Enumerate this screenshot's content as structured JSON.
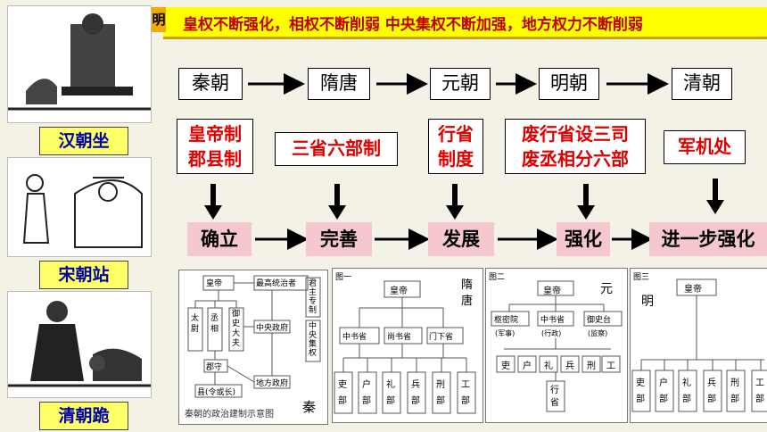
{
  "banner": {
    "tab_char": "明",
    "text": "皇权不断强化，相权不断削弱   中央集权不断加强，地方权力不断削弱"
  },
  "pictures": [
    {
      "caption": "汉朝坐"
    },
    {
      "caption": "宋朝站"
    },
    {
      "caption": "清朝跪"
    }
  ],
  "dynasties": [
    "秦朝",
    "隋唐",
    "元朝",
    "明朝",
    "清朝"
  ],
  "systems": [
    {
      "line1": "皇帝制",
      "line2": "郡县制"
    },
    {
      "line1": "三省六部制",
      "line2": ""
    },
    {
      "line1": "行省",
      "line2": "制度"
    },
    {
      "line1": "废行省设三司",
      "line2": "废丞相分六部"
    },
    {
      "line1": "军机处",
      "line2": ""
    }
  ],
  "stages": [
    "确立",
    "完善",
    "发展",
    "强化",
    "进一步强化"
  ],
  "diagrams": {
    "qin": {
      "side_label": "秦",
      "caption": "秦朝的政治建制示意图",
      "emperor": "皇帝",
      "top": "最高统治者",
      "center": "中央政府",
      "local": "地方政府",
      "taiwei": "太尉",
      "chengxiang": "丞相",
      "yushi": "御史大夫",
      "junshou": "郡守",
      "xianling": "县(令或长)",
      "right1": "君主专制",
      "right2": "中央集权"
    },
    "sui_tang": {
      "tag": "图一",
      "side_label": "隋唐",
      "emperor": "皇帝",
      "mid": [
        "中书省",
        "尚书省",
        "门下省"
      ],
      "bottom": [
        "吏部",
        "户部",
        "礼部",
        "兵部",
        "刑部",
        "工部"
      ]
    },
    "yuan": {
      "tag": "图二",
      "side_label": "元",
      "emperor": "皇帝",
      "mid": [
        "枢密院",
        "中书省",
        "御史台"
      ],
      "mid_notes": [
        "(军事)",
        "(行政)",
        "(监察)"
      ],
      "bottom": [
        "吏",
        "户",
        "礼",
        "兵",
        "刑",
        "工"
      ],
      "extra": "行省"
    },
    "ming": {
      "tag": "图三",
      "side_label": "明",
      "emperor": "皇帝",
      "bottom": [
        "吏部",
        "户部",
        "礼部",
        "兵部",
        "刑部",
        "工部"
      ]
    }
  }
}
